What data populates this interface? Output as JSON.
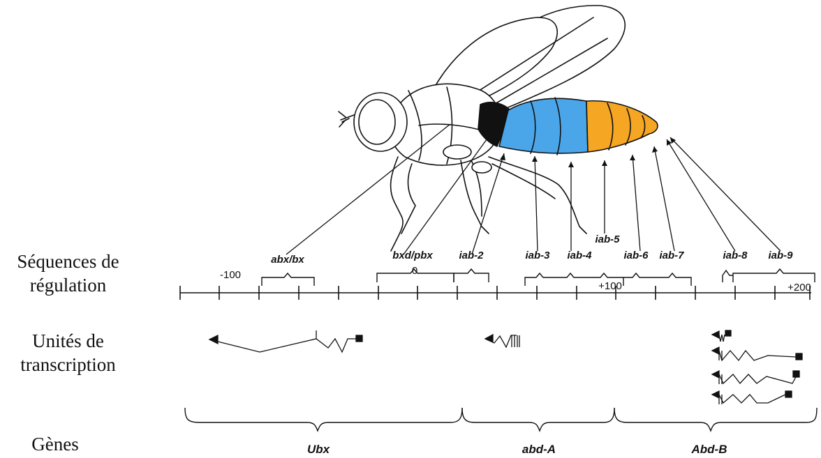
{
  "row_labels": {
    "regulation_line1": "Séquences de",
    "regulation_line2": "régulation",
    "transcription_line1": "Unités de",
    "transcription_line2": "transcription",
    "genes": "Gènes"
  },
  "scale_ticks": [
    "-100",
    "0",
    "+100",
    "+200"
  ],
  "regulatory_sequences": [
    "abx/bx",
    "bxd/pbx",
    "iab-2",
    "iab-3",
    "iab-4",
    "iab-5",
    "iab-6",
    "iab-7",
    "iab-8",
    "iab-9"
  ],
  "genes": [
    "Ubx",
    "abd-A",
    "Abd-B"
  ],
  "colors": {
    "thorax_segment": "#111111",
    "abdominal_blue": "#4aa6e8",
    "abdominal_orange": "#f5a623",
    "line": "#111111"
  }
}
